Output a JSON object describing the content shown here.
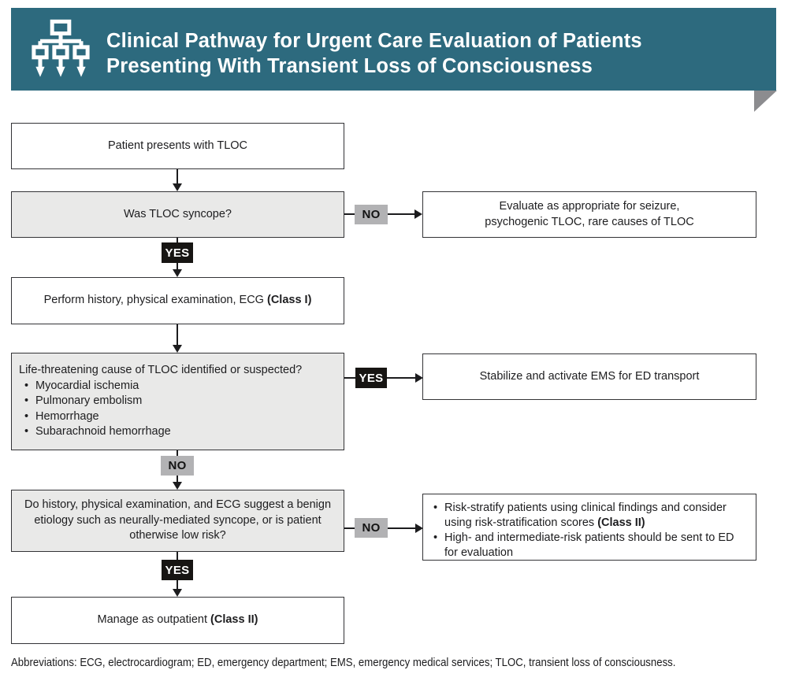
{
  "header": {
    "icon": "flowchart-icon",
    "title_line1": "Clinical Pathway for Urgent Care Evaluation of Patients",
    "title_line2": "Presenting With Transient Loss of Consciousness"
  },
  "labels": {
    "yes": "YES",
    "no": "NO"
  },
  "nodes": {
    "start": "Patient presents with TLOC",
    "q_syncope": "Was TLOC syncope?",
    "evaluate": {
      "line1": "Evaluate as appropriate for seizure,",
      "line2": "psychogenic TLOC, rare causes of TLOC"
    },
    "perform": {
      "text": "Perform history, physical examination, ECG",
      "class_label": "(Class I)"
    },
    "life_threatening": {
      "question": "Life-threatening cause of TLOC identified or suspected?",
      "bullets": [
        "Myocardial ischemia",
        "Pulmonary embolism",
        "Hemorrhage",
        "Subarachnoid hemorrhage"
      ]
    },
    "stabilize": "Stabilize and activate EMS for ED transport",
    "benign": {
      "line1": "Do history, physical examination, and ECG suggest a benign",
      "line2": "etiology such as neurally-mediated syncope, or is patient",
      "line3": "otherwise low risk?"
    },
    "risk": {
      "bullet1": "Risk-stratify patients using clinical findings and consider using risk-stratification scores",
      "bullet1_class": "(Class II)",
      "bullet2": "High- and intermediate-risk patients should be sent to ED for evaluation"
    },
    "manage": {
      "text": "Manage as outpatient",
      "class_label": "(Class II)"
    }
  },
  "footer": {
    "abbreviations": "Abbreviations: ECG, electrocardiogram; ED, emergency department; EMS, emergency medical services; TLOC, transient loss of consciousness."
  },
  "colors": {
    "header_bg": "#2D6A7E",
    "header_tail": "#8C8C8F",
    "node_gray_bg": "#E9E9E8",
    "node_white_bg": "#FFFFFF",
    "node_border": "#333336",
    "badge_no_bg": "#B2B2B4",
    "badge_yes_bg": "#171513",
    "connector": "#1C1C1E",
    "title_text": "#FFFFFF"
  }
}
